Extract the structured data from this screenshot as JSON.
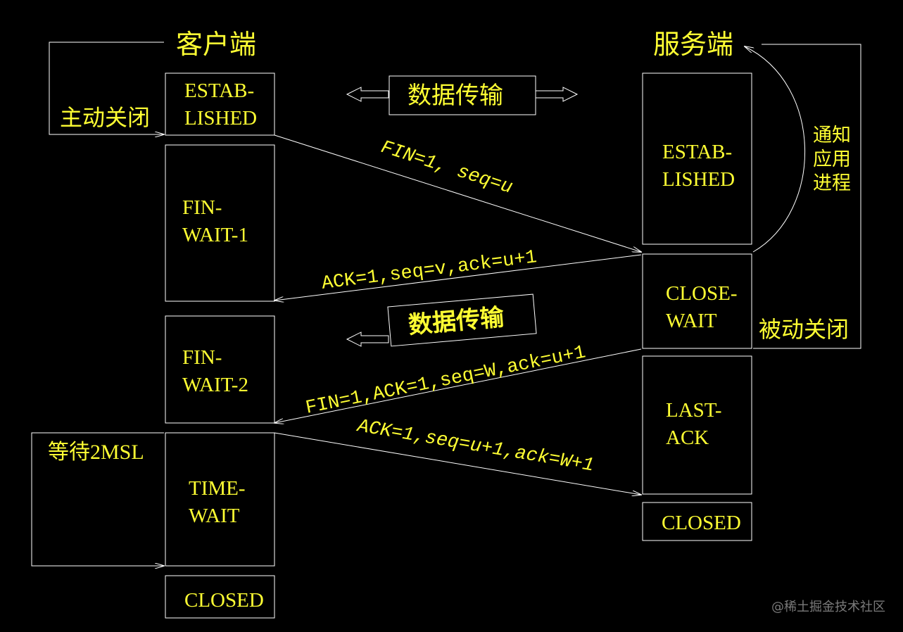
{
  "colors": {
    "background": "#000000",
    "line": "#ffffff",
    "text": "#ffff33"
  },
  "client": {
    "title": "客户端",
    "active_close_label": "主动关闭",
    "wait_label": "等待2MSL",
    "states": [
      {
        "line1": "ESTAB-",
        "line2": "LISHED"
      },
      {
        "line1": "FIN-",
        "line2": "WAIT-1"
      },
      {
        "line1": "FIN-",
        "line2": "WAIT-2"
      },
      {
        "line1": "TIME-",
        "line2": "WAIT"
      },
      {
        "line1": "CLOSED",
        "line2": ""
      }
    ]
  },
  "server": {
    "title": "服务端",
    "passive_close_label": "被动关闭",
    "notify_label": [
      "通知",
      "应用",
      "进程"
    ],
    "states": [
      {
        "line1": "ESTAB-",
        "line2": "LISHED"
      },
      {
        "line1": "CLOSE-",
        "line2": "WAIT"
      },
      {
        "line1": "LAST-",
        "line2": "ACK"
      },
      {
        "line1": "CLOSED",
        "line2": ""
      }
    ]
  },
  "data_transfer": {
    "bidirectional_label": "数据传输",
    "one_way_label": "数据传输"
  },
  "messages": [
    {
      "label": "FIN=1,  seq=u"
    },
    {
      "label": "ACK=1,seq=v,ack=u+1"
    },
    {
      "label": "FIN=1,ACK=1,seq=W,ack=u+1"
    },
    {
      "label": "ACK=1,seq=u+1,ack=W+1"
    }
  ],
  "watermark": "@稀土掘金技术社区"
}
